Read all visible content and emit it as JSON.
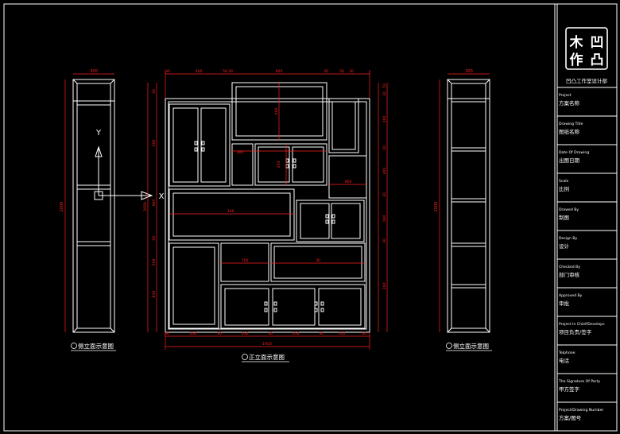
{
  "title_block": {
    "logo": {
      "chars": [
        "木",
        "凹",
        "作",
        "凸"
      ]
    },
    "studio_name": "凹凸工作室设计部",
    "fields": [
      {
        "en": "Project",
        "zh": "方案名称"
      },
      {
        "en": "Drawing Title",
        "zh": "图纸名称"
      },
      {
        "en": "Date Of Drawing",
        "zh": "出图日期"
      },
      {
        "en": "Scale",
        "zh": "比例"
      },
      {
        "en": "Drawed By",
        "zh": "制图"
      },
      {
        "en": "Design By",
        "zh": "设计"
      },
      {
        "en": "Checked By",
        "zh": "部门审核"
      },
      {
        "en": "Approved By",
        "zh": "审批"
      },
      {
        "en": "Project In Chief/Develops",
        "zh": "项目负责/签字"
      },
      {
        "en": "Telphone",
        "zh": "电话"
      },
      {
        "en": "The Signature Of Party",
        "zh": "甲方签字"
      },
      {
        "en": "Project/Drawing Number",
        "zh": "方案/图号"
      }
    ]
  },
  "views": {
    "left_side": {
      "label": "侧立面示意图",
      "width_dim": "300",
      "height_dim": "2000"
    },
    "front": {
      "label": "正立面示意图",
      "top_dims": [
        "30",
        "440",
        "50",
        "30",
        "600",
        "30",
        "50",
        "30"
      ],
      "overall_width": "1950",
      "bottom_dims": [
        "30",
        "250",
        "30",
        "350",
        "30",
        "350",
        "30",
        "350",
        "30"
      ],
      "inner_dims": [
        "490",
        "300",
        "250",
        "900",
        "340",
        "700",
        "30"
      ],
      "left_dims": [
        "30",
        "300",
        "900",
        "30",
        "500",
        "830"
      ],
      "overall_height": "2000",
      "right_dims": [
        "50",
        "30",
        "460",
        "20",
        "400",
        "30",
        "190",
        "30",
        "260"
      ]
    },
    "right_side": {
      "label": "侧立面示意图",
      "width_dim": "300",
      "height_dim": "2000"
    }
  },
  "ucs": {
    "y_axis": "Y",
    "x_axis": "X"
  },
  "colors": {
    "background": "#000000",
    "outline": "#ffffff",
    "dimension": "#ff2020",
    "text": "#ffffff"
  }
}
